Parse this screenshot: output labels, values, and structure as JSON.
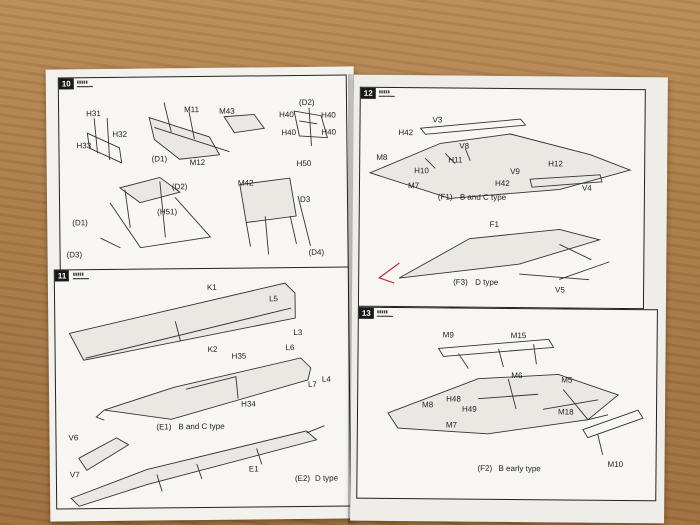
{
  "steps": [
    {
      "number": "10",
      "labels": [
        "H31",
        "H32",
        "H33",
        "M11",
        "M43",
        "H40",
        "(D2)",
        "H40",
        "H40",
        "H40",
        "(D1)",
        "M12",
        "H50",
        "(D2)",
        "(H51)",
        "(D1)",
        "(D3)",
        "M42",
        "D3",
        "(D4)"
      ]
    },
    {
      "number": "11",
      "labels": [
        "K1",
        "L5",
        "K2",
        "L3",
        "L6",
        "H35",
        "L4",
        "L7",
        "H34",
        "V6",
        "V7",
        "(E1)",
        "B and C type",
        "E1",
        "(E2)",
        "D type"
      ]
    },
    {
      "number": "12",
      "labels": [
        "V3",
        "H42",
        "V8",
        "M8",
        "H11",
        "H12",
        "V9",
        "H10",
        "M7",
        "H42",
        "V4",
        "(F1)",
        "B and C type",
        "F1",
        "(F3)",
        "D type",
        "V5"
      ]
    },
    {
      "number": "13",
      "labels": [
        "M9",
        "M15",
        "M6",
        "M5",
        "H48",
        "M8",
        "H49",
        "M18",
        "M7",
        "(F2)",
        "B early type",
        "M10"
      ]
    }
  ]
}
